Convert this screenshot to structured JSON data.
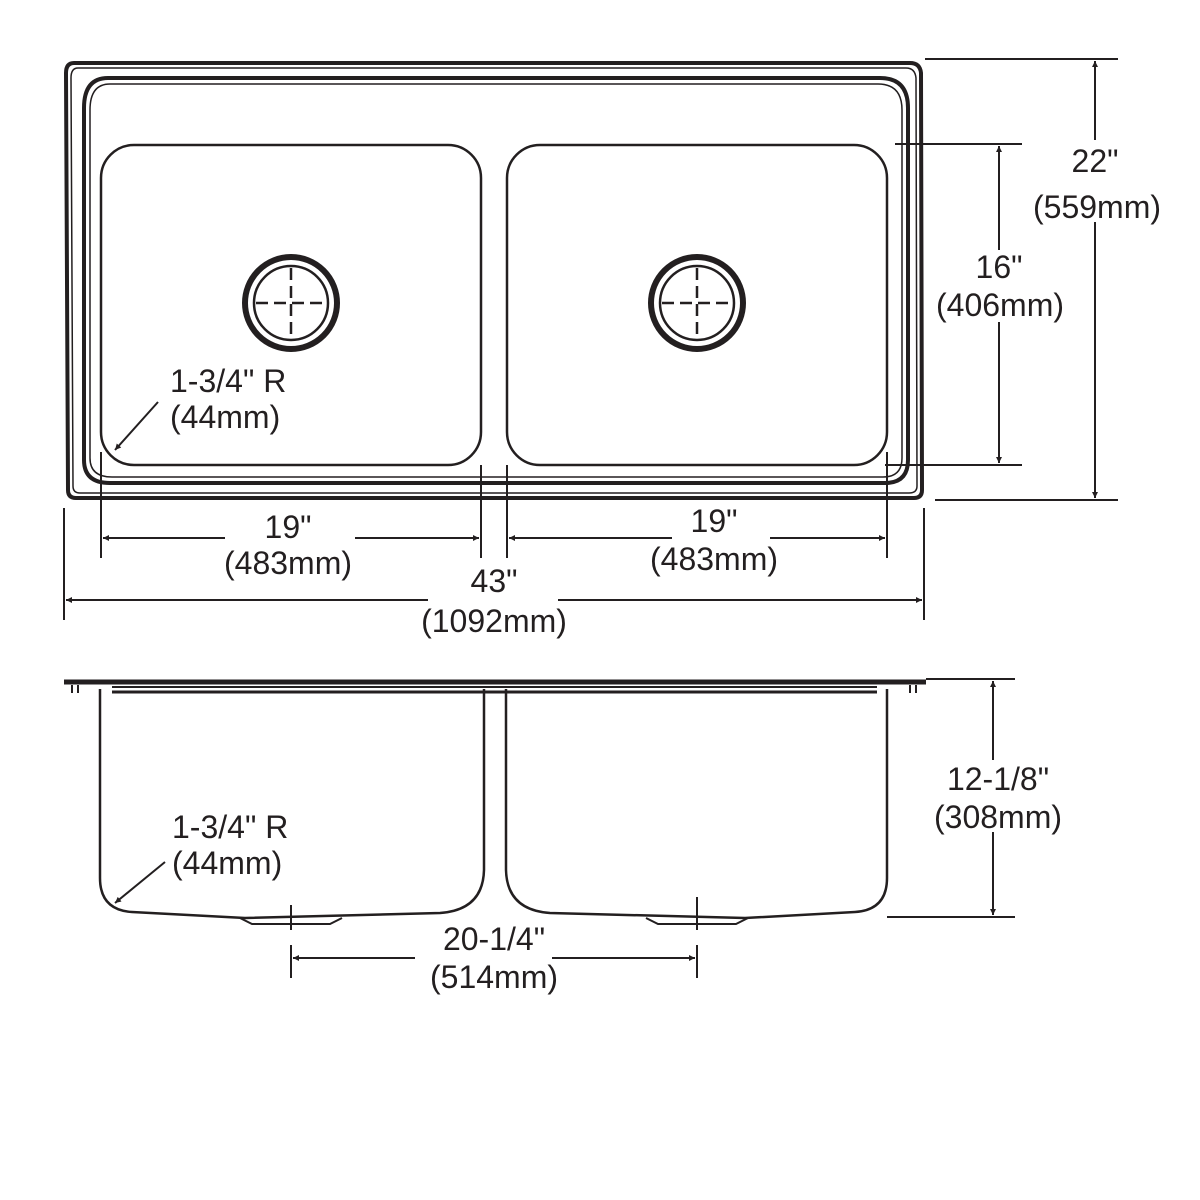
{
  "colors": {
    "line": "#231f20",
    "background": "#ffffff"
  },
  "top_view": {
    "overall_depth": {
      "inches": "22\"",
      "mm": "(559mm)"
    },
    "bowl_depth": {
      "inches": "16\"",
      "mm": "(406mm)"
    },
    "corner_radius": {
      "inches": "1-3/4\" R",
      "mm": "(44mm)"
    },
    "left_bowl_width": {
      "inches": "19\"",
      "mm": "(483mm)"
    },
    "right_bowl_width": {
      "inches": "19\"",
      "mm": "(483mm)"
    },
    "overall_width": {
      "inches": "43\"",
      "mm": "(1092mm)"
    }
  },
  "side_view": {
    "bowl_height": {
      "inches": "12-1/8\"",
      "mm": "(308mm)"
    },
    "corner_radius": {
      "inches": "1-3/4\" R",
      "mm": "(44mm)"
    },
    "drain_spacing": {
      "inches": "20-1/4\"",
      "mm": "(514mm)"
    }
  }
}
